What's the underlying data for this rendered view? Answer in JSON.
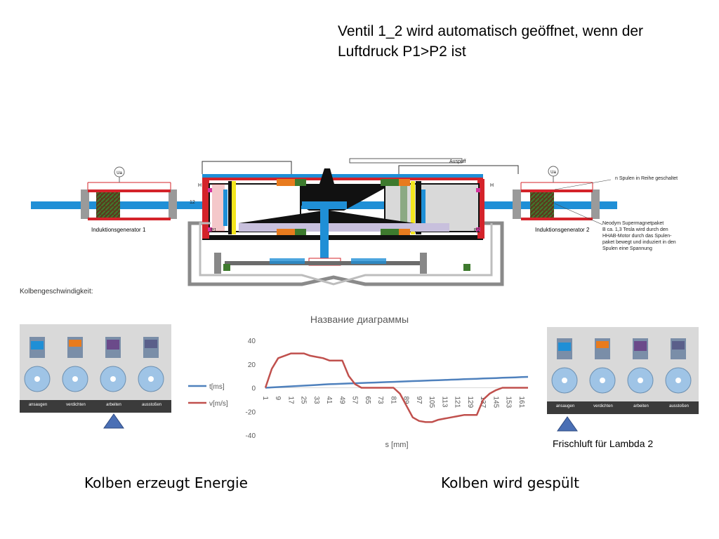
{
  "heading": "Ventil 1_2 wird automatisch geöffnet, wenn der Luftdruck P1>P2 ist",
  "diagram": {
    "auspuff": "Auspuff",
    "gen_left": "Induktionsgenerator 1",
    "gen_right": "Induktionsgenerator 2",
    "label_12": "12",
    "label_h_left": "H",
    "label_h_right": "H",
    "label_p1": "P1",
    "label_p2": "P2",
    "meter_left": "Ua",
    "meter_right": "Ua",
    "note_coils": "n Spulen in Reihe geschaltet",
    "note_magnet": [
      "Neodym Supermagnetpaket",
      "B ca. 1,3 Tesla wird durch den",
      "HHAB-Motor durch das Spulen-",
      "paket bewegt und induziert in den",
      "Spulen eine Spannung"
    ],
    "kolben_label": "Kolbengeschwindigkeit:"
  },
  "strokes_left": [
    "ansaugen",
    "verdichten",
    "arbeiten",
    "ausstoßen"
  ],
  "strokes_right": [
    "ansaugen",
    "verdichten",
    "arbeiten",
    "ausstoßen"
  ],
  "frischluft": "Frischluft für Lambda 2",
  "caption_left": "Kolben erzeugt Energie",
  "caption_right": "Kolben wird gespült",
  "colors": {
    "blue": "#1f8fd6",
    "red": "#d4232a",
    "series_t": "#4f81bd",
    "series_v": "#c0504d",
    "marker": "#4a6fb5"
  },
  "chart_data": {
    "type": "line",
    "title": "Название диаграммы",
    "xlabel": "s [mm]",
    "ylabel": "",
    "ylim": [
      -40,
      40
    ],
    "yticks": [
      -40,
      -20,
      0,
      20,
      40
    ],
    "x": [
      1,
      5,
      9,
      13,
      17,
      21,
      25,
      29,
      33,
      37,
      41,
      45,
      49,
      53,
      57,
      61,
      65,
      69,
      73,
      77,
      81,
      85,
      89,
      93,
      97,
      101,
      105,
      109,
      113,
      117,
      121,
      125,
      129,
      133,
      137,
      141,
      145,
      149,
      153,
      157,
      161,
      165
    ],
    "xticks": [
      1,
      9,
      17,
      25,
      33,
      41,
      49,
      57,
      65,
      73,
      81,
      89,
      97,
      105,
      113,
      121,
      129,
      137,
      145,
      153,
      161
    ],
    "legend_position": "left",
    "series": [
      {
        "name": "t[ms]",
        "color": "#4f81bd",
        "values": [
          0,
          0.3,
          0.6,
          0.9,
          1.2,
          1.5,
          1.8,
          2.1,
          2.4,
          2.7,
          3.0,
          3.2,
          3.4,
          3.6,
          3.8,
          4.0,
          4.2,
          4.4,
          4.6,
          4.8,
          5.0,
          5.2,
          5.4,
          5.6,
          5.8,
          6.0,
          6.2,
          6.4,
          6.6,
          6.8,
          7.0,
          7.2,
          7.4,
          7.6,
          7.8,
          8.0,
          8.2,
          8.4,
          8.6,
          8.8,
          9.0,
          9.2
        ]
      },
      {
        "name": "v[m/s]",
        "color": "#c0504d",
        "values": [
          0,
          16,
          25,
          27,
          29,
          29,
          29,
          27,
          26,
          25,
          23,
          23,
          23,
          10,
          3,
          0,
          0,
          0,
          0,
          0,
          0,
          -5,
          -15,
          -25,
          -28,
          -29,
          -29,
          -27,
          -26,
          -25,
          -24,
          -23,
          -23,
          -23,
          -10,
          -5,
          -2,
          0,
          0,
          0,
          0,
          0
        ]
      }
    ]
  }
}
